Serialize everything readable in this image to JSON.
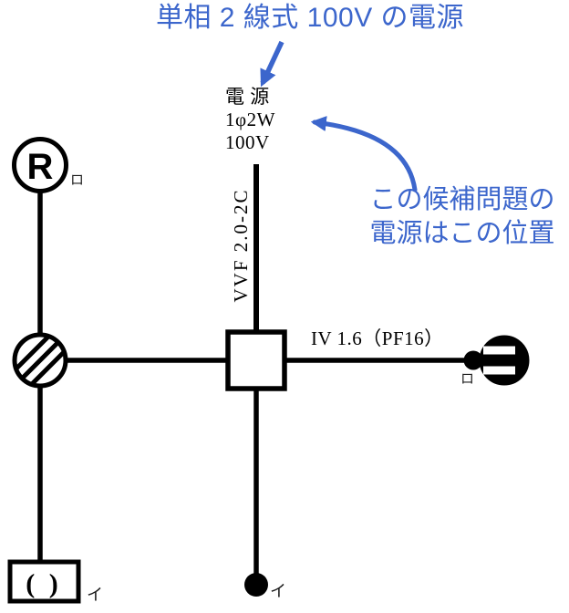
{
  "colors": {
    "accent_blue": "#3c66cc",
    "line_black": "#000000"
  },
  "heading": {
    "text": "単相 2 線式 100V の電源"
  },
  "note": {
    "line1": "この候補問題の",
    "line2": "電源はこの位置"
  },
  "power_source": {
    "title": "電 源",
    "spec": "1φ2W",
    "voltage": "100V"
  },
  "cables": {
    "vvf": "VVF 2.0-2C",
    "iv": "IV 1.6（PF16）"
  },
  "devices": {
    "lamp_receptacle": {
      "letter": "R",
      "mark": "ロ"
    },
    "wall_outlet": {
      "mark": "ロ"
    },
    "ceiling_light": {
      "glyph": "( )",
      "mark": "イ"
    },
    "pendant": {
      "mark": "イ"
    }
  }
}
